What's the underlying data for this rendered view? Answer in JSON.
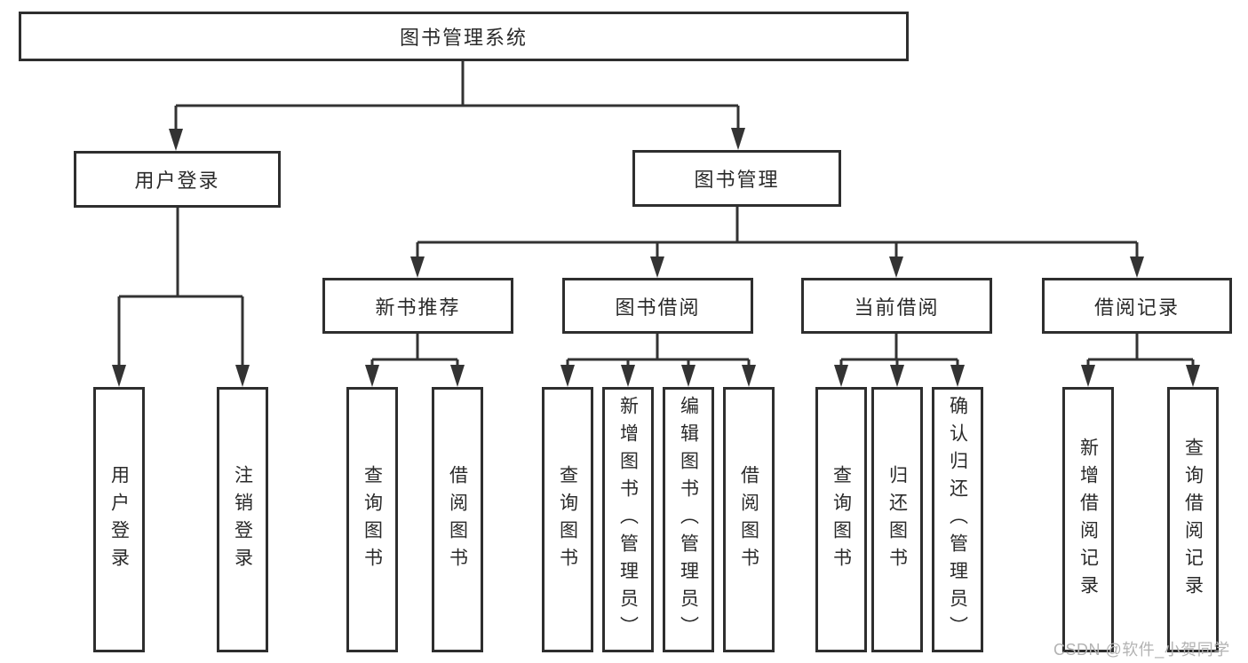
{
  "diagram": {
    "colors": {
      "background": "#ffffff",
      "line": "#333333",
      "box_border": "#2e2e2e",
      "text": "#2a2a2a",
      "watermark": "#b3b3b3"
    },
    "root": {
      "label": "图书管理系统"
    },
    "level2": [
      {
        "label": "用户登录"
      },
      {
        "label": "图书管理"
      }
    ],
    "level3": [
      {
        "label": "新书推荐"
      },
      {
        "label": "图书借阅"
      },
      {
        "label": "当前借阅"
      },
      {
        "label": "借阅记录"
      }
    ],
    "leaves": [
      {
        "label": "用户登录",
        "parent": "用户登录"
      },
      {
        "label": "注销登录",
        "parent": "用户登录"
      },
      {
        "label": "查询图书",
        "parent": "新书推荐"
      },
      {
        "label": "借阅图书",
        "parent": "新书推荐"
      },
      {
        "label": "查询图书",
        "parent": "图书借阅"
      },
      {
        "label": "新增图书（管理员）",
        "parent": "图书借阅"
      },
      {
        "label": "编辑图书（管理员）",
        "parent": "图书借阅"
      },
      {
        "label": "借阅图书",
        "parent": "图书借阅"
      },
      {
        "label": "查询图书",
        "parent": "当前借阅"
      },
      {
        "label": "归还图书",
        "parent": "当前借阅"
      },
      {
        "label": "确认归还（管理员）",
        "parent": "当前借阅"
      },
      {
        "label": "新增借阅记录",
        "parent": "借阅记录"
      },
      {
        "label": "查询借阅记录",
        "parent": "借阅记录"
      }
    ],
    "watermark": {
      "text": "CSDN @软件_小贺同学"
    }
  }
}
